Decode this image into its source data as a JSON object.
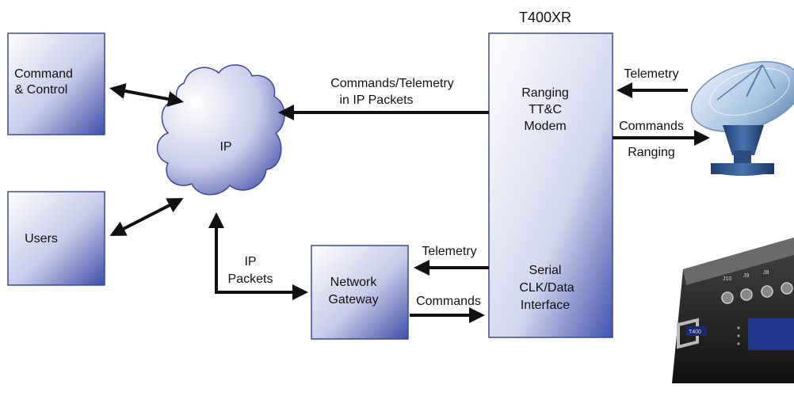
{
  "device_title": "T400XR",
  "nodes": {
    "command_control": [
      "Command",
      "& Control"
    ],
    "users": "Users",
    "ip_cloud": "IP",
    "network_gateway": [
      "Network",
      "Gateway"
    ],
    "modem_top": [
      "Ranging",
      "TT&C",
      "Modem"
    ],
    "modem_bottom": [
      "Serial",
      "CLK/Data",
      "Interface"
    ]
  },
  "edge_labels": {
    "cmd_telemetry_ip": [
      "Commands/Telemetry",
      "in IP Packets"
    ],
    "ip_packets": [
      "IP",
      "Packets"
    ],
    "telemetry_gateway": "Telemetry",
    "commands_gateway": "Commands",
    "telemetry_antenna": "Telemetry",
    "commands_antenna": "Commands",
    "ranging_antenna": "Ranging"
  },
  "device_panel_label": "T400",
  "colors": {
    "box_gradient_light": "#ffffff",
    "box_gradient_dark": "#3f4ea8",
    "box_border": "#3a4a9c",
    "arrow": "#111111"
  }
}
